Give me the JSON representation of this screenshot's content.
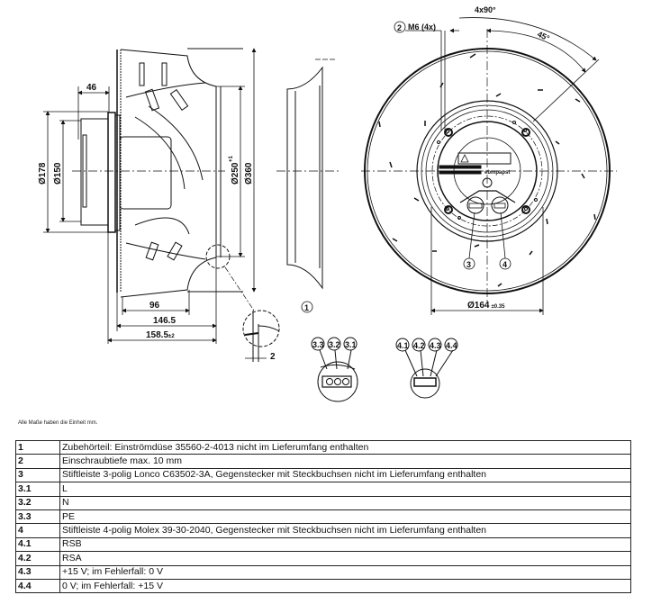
{
  "drawing": {
    "title": "Radial fan dimension drawing",
    "side_view": {
      "dim_46": "46",
      "dim_d178": "Ø178",
      "dim_d150": "Ø150",
      "dim_d250": "Ø250",
      "dim_d250_tol": "+1",
      "dim_d360": "Ø360",
      "dim_96": "96",
      "dim_146_5": "146.5",
      "dim_158_5": "158.5",
      "dim_158_5_tol": "±2",
      "detail_dim_2": "2"
    },
    "front_view": {
      "thread_callout_num": "2",
      "thread_callout": "M6 (4x)",
      "angle_4x90": "4x90°",
      "angle_45": "45°",
      "dim_d164": "Ø164",
      "dim_d164_tol": "±0.35",
      "brand_label": "ebmpapst",
      "marker_3": "3",
      "marker_4": "4"
    },
    "nozzle_marker": "1",
    "connector_3_pins": [
      "3.3",
      "3.2",
      "3.1"
    ],
    "connector_4_pins": [
      "4.1",
      "4.2",
      "4.3",
      "4.4"
    ]
  },
  "note": "Alle Maße haben die Einheit mm.",
  "legend": {
    "rows": [
      {
        "key": "1",
        "text": "Zubehörteil: Einströmdüse 35560-2-4013 nicht im Lieferumfang enthalten"
      },
      {
        "key": "2",
        "text": "Einschraubtiefe max. 10 mm"
      },
      {
        "key": "3",
        "text": "Stiftleiste 3-polig Lonco C63502-3A, Gegenstecker mit Steckbuchsen nicht im Lieferumfang enthalten"
      },
      {
        "key": "3.1",
        "text": "L"
      },
      {
        "key": "3.2",
        "text": "N"
      },
      {
        "key": "3.3",
        "text": "PE"
      },
      {
        "key": "4",
        "text": "Stiftleiste 4-polig Molex 39-30-2040, Gegenstecker mit Steckbuchsen nicht im Lieferumfang enthalten"
      },
      {
        "key": "4.1",
        "text": "RSB"
      },
      {
        "key": "4.2",
        "text": "RSA"
      },
      {
        "key": "4.3",
        "text": "+15 V; im Fehlerfall: 0 V"
      },
      {
        "key": "4.4",
        "text": "0 V; im Fehlerfall: +15 V"
      }
    ]
  }
}
